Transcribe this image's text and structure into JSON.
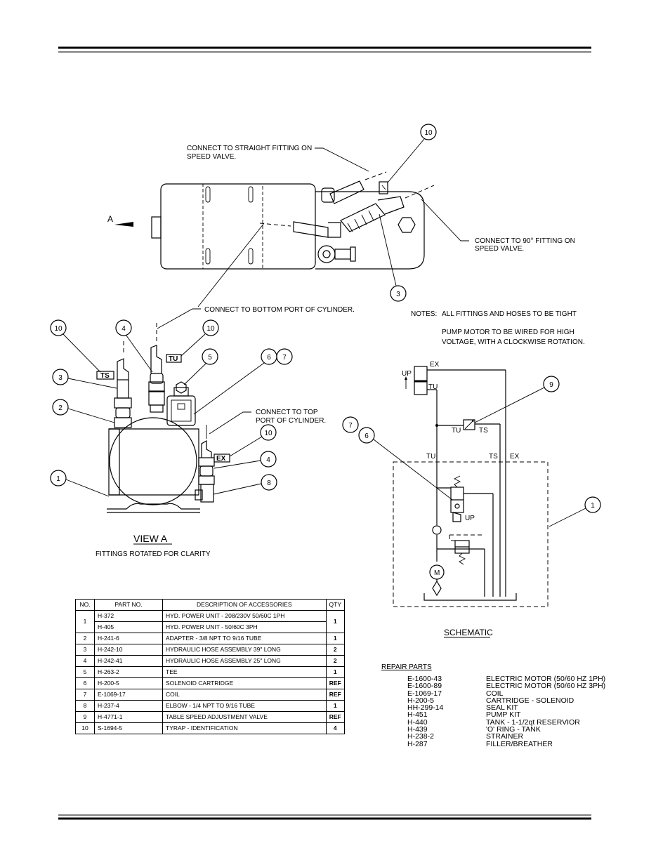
{
  "callouts": {
    "straight_fitting": [
      "CONNECT TO STRAIGHT FITTING ON",
      "SPEED VALVE."
    ],
    "ninety_fitting": [
      "CONNECT TO 90° FITTING ON",
      "SPEED VALVE."
    ],
    "bottom_port": "CONNECT TO BOTTOM PORT OF CYLINDER.",
    "top_port": [
      "CONNECT TO TOP",
      "PORT OF CYLINDER."
    ],
    "view_arrow": "A"
  },
  "notes": {
    "label": "NOTES:",
    "line1": "ALL FITTINGS AND HOSES TO BE TIGHT",
    "line2": "PUMP MOTOR TO BE WIRED FOR HIGH",
    "line3": "VOLTAGE, WITH A CLOCKWISE ROTATION."
  },
  "view_a": {
    "title": "VIEW A",
    "subtitle": "FITTINGS ROTATED FOR CLARITY",
    "tags": {
      "ts": "TS",
      "tu": "TU",
      "ex": "EX"
    }
  },
  "bubbles": {
    "top_10": "10",
    "top_3": "3",
    "va_10a": "10",
    "va_4": "4",
    "va_10b": "10",
    "va_3": "3",
    "va_5": "5",
    "va_6": "6",
    "va_7": "7",
    "va_2": "2",
    "va_10c": "10",
    "va_4b": "4",
    "va_1": "1",
    "va_8": "8",
    "sc_9": "9",
    "sc_7": "7",
    "sc_6": "6",
    "sc_1": "1"
  },
  "schematic": {
    "title": "SCHEMATIC",
    "up_top": "UP",
    "ex_top": "EX",
    "tu_top": "TU",
    "tu_valve": "TU",
    "ts_valve": "TS",
    "tu_port": "TU",
    "ts_port": "TS",
    "ex_port": "EX",
    "up_sol": "UP",
    "motor": "M"
  },
  "accessories_table": {
    "headers": [
      "NO.",
      "PART NO.",
      "DESCRIPTION OF ACCESSORIES",
      "QTY"
    ],
    "rows": [
      {
        "no": "1",
        "parts": [
          "H-372",
          "H-405"
        ],
        "descs": [
          "HYD. POWER UNIT - 208/230V 50/60C 1PH",
          "HYD. POWER UNIT - 50/60C 3PH"
        ],
        "qty": "1"
      },
      {
        "no": "2",
        "parts": [
          "H-241-6"
        ],
        "descs": [
          "ADAPTER - 3/8 NPT TO 9/16 TUBE"
        ],
        "qty": "1"
      },
      {
        "no": "3",
        "parts": [
          "H-242-10"
        ],
        "descs": [
          "HYDRAULIC HOSE ASSEMBLY 39\" LONG"
        ],
        "qty": "2"
      },
      {
        "no": "4",
        "parts": [
          "H-242-41"
        ],
        "descs": [
          "HYDRAULIC HOSE ASSEMBLY 25\" LONG"
        ],
        "qty": "2"
      },
      {
        "no": "5",
        "parts": [
          "H-263-2"
        ],
        "descs": [
          "TEE"
        ],
        "qty": "1"
      },
      {
        "no": "6",
        "parts": [
          "H-200-5"
        ],
        "descs": [
          "SOLENOID CARTRIDGE"
        ],
        "qty": "REF"
      },
      {
        "no": "7",
        "parts": [
          "E-1069-17"
        ],
        "descs": [
          "COIL"
        ],
        "qty": "REF"
      },
      {
        "no": "8",
        "parts": [
          "H-237-4"
        ],
        "descs": [
          "ELBOW - 1/4 NPT TO 9/16 TUBE"
        ],
        "qty": "1"
      },
      {
        "no": "9",
        "parts": [
          "H-4771-1"
        ],
        "descs": [
          "TABLE SPEED ADJUSTMENT VALVE"
        ],
        "qty": "REF"
      },
      {
        "no": "10",
        "parts": [
          "S-1694-5"
        ],
        "descs": [
          "TYRAP - IDENTIFICATION"
        ],
        "qty": "4"
      }
    ]
  },
  "repair_parts": {
    "title": "REPAIR PARTS",
    "items": [
      {
        "part": "E-1600-43",
        "desc": "ELECTRIC MOTOR (50/60 HZ 1PH)"
      },
      {
        "part": "E-1600-89",
        "desc": "ELECTRIC MOTOR (50/60 HZ 3PH)"
      },
      {
        "part": "E-1069-17",
        "desc": "COIL"
      },
      {
        "part": "H-200-5",
        "desc": "CARTRIDGE - SOLENOID"
      },
      {
        "part": "HH-299-14",
        "desc": "SEAL KIT"
      },
      {
        "part": "H-451",
        "desc": "PUMP KIT"
      },
      {
        "part": "H-440",
        "desc": "TANK - 1-1/2qt RESERVIOR"
      },
      {
        "part": "H-439",
        "desc": "'O' RING - TANK"
      },
      {
        "part": "H-238-2",
        "desc": "STRAINER"
      },
      {
        "part": "H-287",
        "desc": "FILLER/BREATHER"
      }
    ]
  }
}
